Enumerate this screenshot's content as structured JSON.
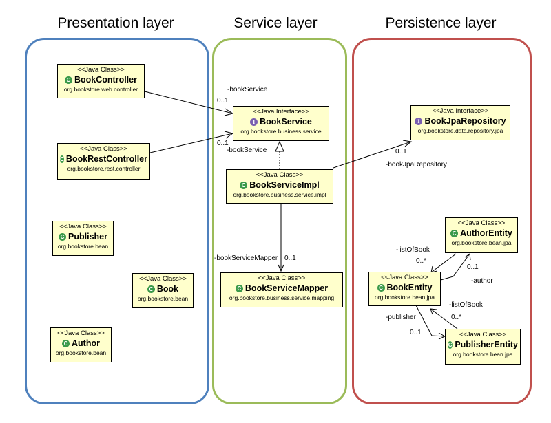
{
  "layers": {
    "presentation": {
      "title": "Presentation layer",
      "color": "#4f81bd"
    },
    "service": {
      "title": "Service layer",
      "color": "#9bbb59"
    },
    "persistence": {
      "title": "Persistence layer",
      "color": "#c0504d"
    }
  },
  "classes": {
    "book_controller": {
      "stereotype": "<<Java Class>>",
      "kind": "class",
      "name": "BookController",
      "package": "org.bookstore.web.controller"
    },
    "book_rest_controller": {
      "stereotype": "<<Java Class>>",
      "kind": "class",
      "name": "BookRestController",
      "package": "org.bookstore.rest.controller"
    },
    "publisher": {
      "stereotype": "<<Java Class>>",
      "kind": "class",
      "name": "Publisher",
      "package": "org.bookstore.bean"
    },
    "book": {
      "stereotype": "<<Java Class>>",
      "kind": "class",
      "name": "Book",
      "package": "org.bookstore.bean"
    },
    "author": {
      "stereotype": "<<Java Class>>",
      "kind": "class",
      "name": "Author",
      "package": "org.bookstore.bean"
    },
    "book_service": {
      "stereotype": "<<Java Interface>>",
      "kind": "interface",
      "name": "BookService",
      "package": "org.bookstore.business.service"
    },
    "book_service_impl": {
      "stereotype": "<<Java Class>>",
      "kind": "class",
      "name": "BookServiceImpl",
      "package": "org.bookstore.business.service.impl"
    },
    "book_service_mapper": {
      "stereotype": "<<Java Class>>",
      "kind": "class",
      "name": "BookServiceMapper",
      "package": "org.bookstore.business.service.mapping"
    },
    "book_jpa_repository": {
      "stereotype": "<<Java Interface>>",
      "kind": "interface",
      "name": "BookJpaRepository",
      "package": "org.bookstore.data.repository.jpa"
    },
    "author_entity": {
      "stereotype": "<<Java Class>>",
      "kind": "class",
      "name": "AuthorEntity",
      "package": "org.bookstore.bean.jpa"
    },
    "book_entity": {
      "stereotype": "<<Java Class>>",
      "kind": "class",
      "name": "BookEntity",
      "package": "org.bookstore.bean.jpa"
    },
    "publisher_entity": {
      "stereotype": "<<Java Class>>",
      "kind": "class",
      "name": "PublisherEntity",
      "package": "org.bookstore.bean.jpa"
    }
  },
  "icons": {
    "class": "C",
    "interface": "I"
  },
  "associations": [
    {
      "from": "BookController",
      "to": "BookService",
      "role": "-bookService",
      "multiplicity": "0..1"
    },
    {
      "from": "BookRestController",
      "to": "BookService",
      "role": "-bookService",
      "multiplicity": "0..1"
    },
    {
      "from": "BookServiceImpl",
      "to": "BookService",
      "type": "realization"
    },
    {
      "from": "BookServiceImpl",
      "to": "BookJpaRepository",
      "role": "-bookJpaRepository",
      "multiplicity": "0..1"
    },
    {
      "from": "BookServiceImpl",
      "to": "BookServiceMapper",
      "role": "-bookServiceMapper",
      "multiplicity": "0..1"
    },
    {
      "from": "AuthorEntity",
      "to": "BookEntity",
      "role": "-listOfBook",
      "multiplicity": "0..*"
    },
    {
      "from": "BookEntity",
      "to": "AuthorEntity",
      "role": "-author",
      "multiplicity": "0..1"
    },
    {
      "from": "BookEntity",
      "to": "PublisherEntity",
      "role": "-publisher",
      "multiplicity": "0..1"
    },
    {
      "from": "PublisherEntity",
      "to": "BookEntity",
      "role": "-listOfBook",
      "multiplicity": "0..*"
    }
  ],
  "labels": {
    "ctrl_role": "-bookService",
    "ctrl_mult": "0..1",
    "rest_role": "-bookService",
    "rest_mult": "0..1",
    "jpa_role": "-bookJpaRepository",
    "jpa_mult": "0..1",
    "mapper_role": "-bookServiceMapper",
    "mapper_mult": "0..1",
    "author_list_role": "-listOfBook",
    "author_list_mult": "0..*",
    "author_role": "-author",
    "author_mult": "0..1",
    "publisher_role": "-publisher",
    "publisher_mult": "0..1",
    "pub_list_role": "-listOfBook",
    "pub_list_mult": "0..*"
  }
}
